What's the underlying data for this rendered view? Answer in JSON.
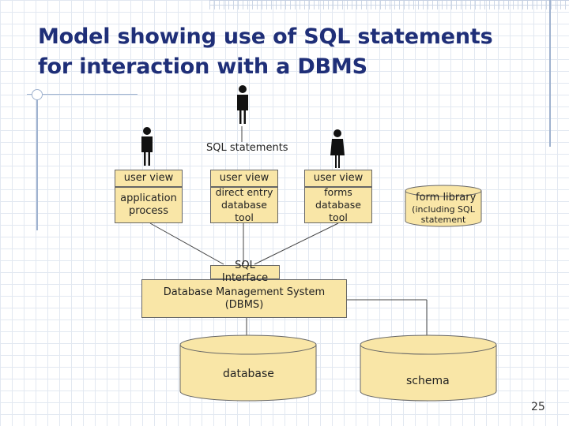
{
  "title_line1": "Model showing use of SQL statements",
  "title_line2": "for interaction with a DBMS",
  "sql_statements_label": "SQL statements",
  "user_view_label": "user view",
  "nodes": {
    "application_process": "application process",
    "direct_entry_tool": "direct entry database tool",
    "forms_tool": "forms database tool",
    "form_library_title": "form library",
    "form_library_sub": "(including SQL statement",
    "sql_interface": "SQL Interface",
    "dbms": "Database Management System (DBMS)",
    "database": "database",
    "schema": "schema"
  },
  "page_number": "25",
  "colors": {
    "box_fill": "#f9e6a7",
    "title": "#1f2f78",
    "border": "#666666"
  }
}
